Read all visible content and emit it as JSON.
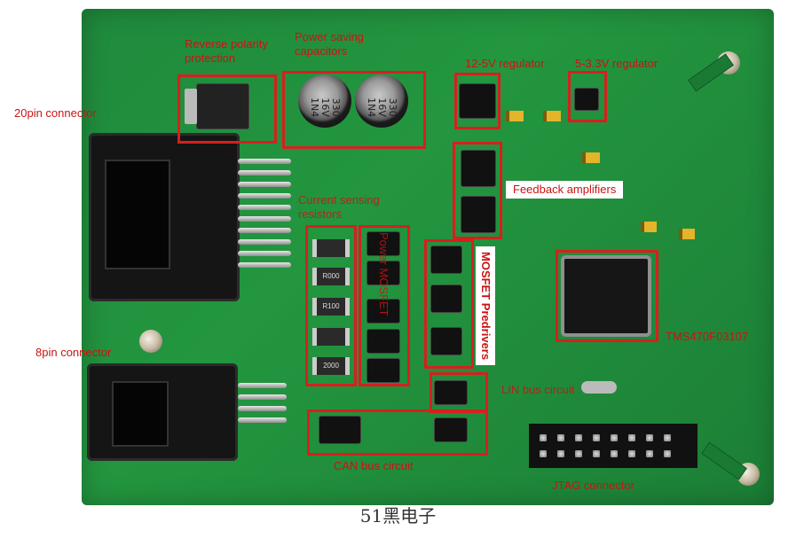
{
  "labels": {
    "reverse_polarity": "Reverse polarity\nprotection",
    "power_saving": "Power saving\ncapacitors",
    "reg_12_5": "12-5V regulator",
    "reg_5_33": "5-3.3V regulator",
    "pin20": "20pin connector",
    "feedback": "Feedback amplifiers",
    "current_sensing": "Current sensing\nresistors",
    "power_mosfets": "Power MOSFET",
    "predrivers": "MOSFET Predrivers",
    "mcu": "TMS470F03107",
    "pin8": "8pin connector",
    "lin_bus": "LIN bus circuit",
    "can_bus": "CAN bus circuit",
    "jtag": "JTAG connector"
  },
  "components": {
    "cap_left": "330\n16V\n1N4",
    "cap_right": "330\n16V\n1N4",
    "res1": "",
    "res2": "R000",
    "res3": "R100",
    "res4": "",
    "res5": "2000"
  },
  "watermark": "51黑电子",
  "colors": {
    "pcb": "#1f8a3c",
    "annotation": "#d71f1f"
  }
}
